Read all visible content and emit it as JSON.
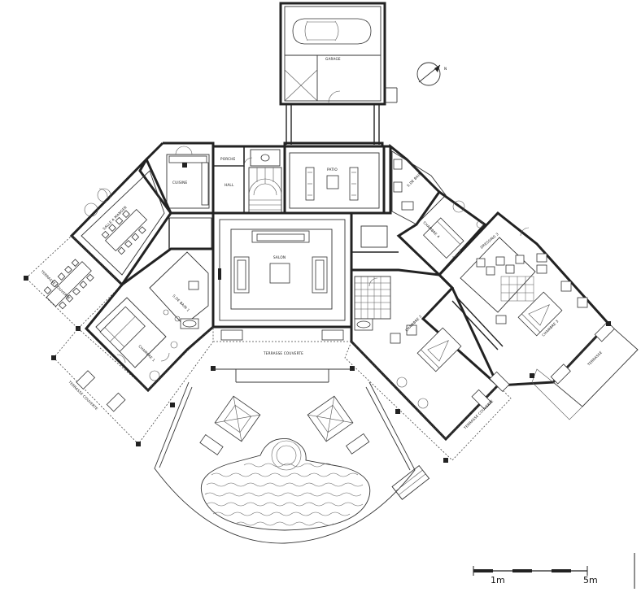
{
  "rooms": {
    "garage": "GARAGE",
    "porche": "PORCHE",
    "hall": "HALL",
    "cuisine": "CUISINE",
    "patio": "PATIO",
    "salon": "SALON",
    "salle_a_manger": "SALLE A MANGER",
    "terrasse_couverte_nw": "TERRASSE COUVERTE",
    "chambre_1": "CHAMBRE 1",
    "salle_de_bain_1": "S.DE BAIN 1",
    "terrasse_couverte_sw": "TERRASSE COUVERTE",
    "terrasse_couverte_main": "TERRASSE COUVERTE",
    "salle_de_bain_4": "S.DE BAIN",
    "chambre_4": "CHAMBRE 4",
    "dressing_3": "DRESSING 3",
    "chambre_3_right": "CHAMBRE 3",
    "chambre_2": "CHAMBRE 2",
    "terrasse_couverte_se": "TERRASSE COUVERTE",
    "terrasse_e": "TERRASSE"
  },
  "scale": {
    "label_1": "1m",
    "label_5": "5m"
  },
  "north_arrow": "N"
}
